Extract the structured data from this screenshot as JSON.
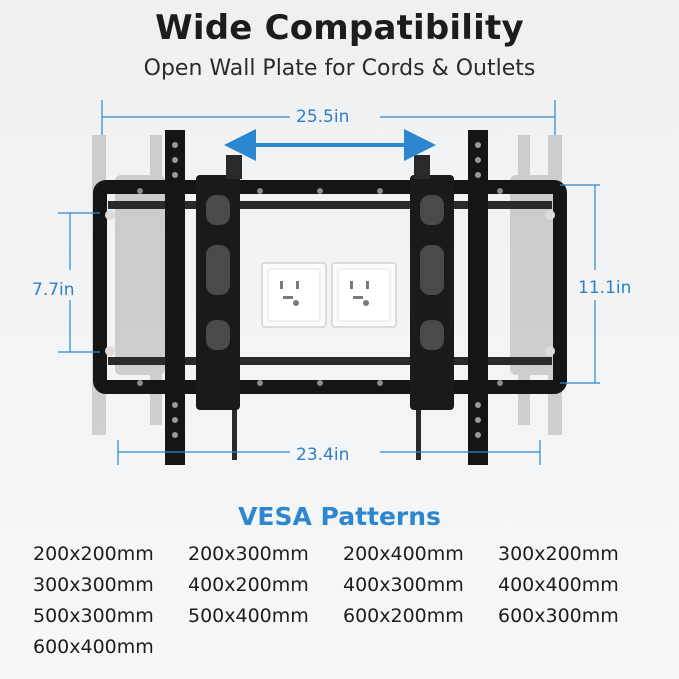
{
  "title": "Wide Compatibility",
  "subtitle": "Open Wall Plate for Cords & Outlets",
  "dimensions": {
    "top_width": "25.5in",
    "bottom_width": "23.4in",
    "left_height": "7.7in",
    "right_height": "11.1in"
  },
  "vesa": {
    "heading": "VESA Patterns",
    "patterns": [
      "200x200mm",
      "200x300mm",
      "200x400mm",
      "300x200mm",
      "300x300mm",
      "400x200mm",
      "400x300mm",
      "400x400mm",
      "500x300mm",
      "500x400mm",
      "600x200mm",
      "600x300mm",
      "600x400mm"
    ]
  },
  "colors": {
    "accent": "#2d86d0",
    "mount": "#141414",
    "text": "#1c1c1c"
  },
  "icons": [
    "tv-wall-mount-illustration",
    "wall-outlet-icon",
    "double-arrow-icon"
  ]
}
